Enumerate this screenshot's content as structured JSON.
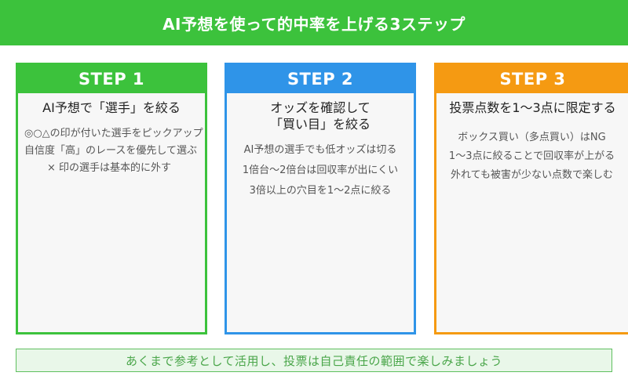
{
  "header": {
    "title": "AI予想を使って的中率を上げる3ステップ"
  },
  "colors": {
    "green": "#3cc23c",
    "blue": "#2f94e8",
    "orange": "#f59a12",
    "footer_bg": "#e9f7e9",
    "footer_text": "#4aa64a"
  },
  "steps": [
    {
      "label": "STEP 1",
      "title": "AI予想で「選手」を絞る",
      "lines": [
        "◎○△の印が付いた選手をピックアップ",
        "自信度「高」のレースを優先して選ぶ",
        "× 印の選手は基本的に外す"
      ]
    },
    {
      "label": "STEP 2",
      "title": "オッズを確認して\n「買い目」を絞る",
      "lines": [
        "AI予想の選手でも低オッズは切る",
        "1倍台〜2倍台は回収率が出にくい",
        "3倍以上の穴目を1〜2点に絞る"
      ]
    },
    {
      "label": "STEP 3",
      "title": "投票点数を1〜3点に限定する",
      "lines": [
        "ボックス買い（多点買い）はNG",
        "1〜3点に絞ることで回収率が上がる",
        "外れても被害が少ない点数で楽しむ"
      ]
    }
  ],
  "footer": {
    "note": "あくまで参考として活用し、投票は自己責任の範囲で楽しみましょう"
  }
}
